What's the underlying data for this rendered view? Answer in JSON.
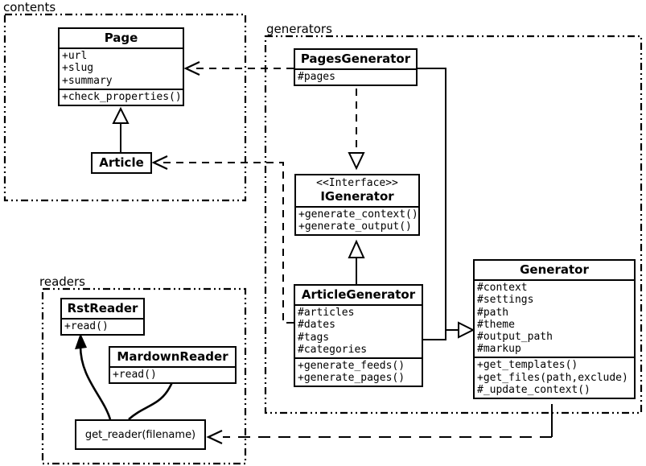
{
  "diagram": {
    "title": "UML class diagram",
    "line_color": "#000000",
    "fill_color": "#ffffff"
  },
  "packages": [
    {
      "name": "contents",
      "label": "contents"
    },
    {
      "name": "generators",
      "label": "generators"
    },
    {
      "name": "readers",
      "label": "readers"
    }
  ],
  "classes": {
    "page": {
      "name": "Page",
      "attributes": [
        "+url",
        "+slug",
        "+summary"
      ],
      "methods": [
        "+check_properties()"
      ]
    },
    "article": {
      "name": "Article",
      "attributes": [],
      "methods": []
    },
    "pages_generator": {
      "name": "PagesGenerator",
      "attributes": [
        "#pages"
      ],
      "methods": []
    },
    "igenerator": {
      "stereotype": "<<Interface>>",
      "name": "IGenerator",
      "attributes": [],
      "methods": [
        "+generate_context()",
        "+generate_output()"
      ]
    },
    "article_generator": {
      "name": "ArticleGenerator",
      "attributes": [
        "#articles",
        "#dates",
        "#tags",
        "#categories"
      ],
      "methods": [
        "+generate_feeds()",
        "+generate_pages()"
      ]
    },
    "generator": {
      "name": "Generator",
      "attributes": [
        "#context",
        "#settings",
        "#path",
        "#theme",
        "#output_path",
        "#markup"
      ],
      "methods": [
        "+get_templates()",
        "+get_files(path,exclude)",
        "#_update_context()"
      ]
    },
    "rst_reader": {
      "name": "RstReader",
      "attributes": [],
      "methods": [
        "+read()"
      ]
    },
    "mardown_reader": {
      "name": "MardownReader",
      "attributes": [],
      "methods": [
        "+read()"
      ]
    }
  },
  "functions": {
    "get_reader": {
      "label": "get_reader(filename)"
    }
  },
  "relations": [
    {
      "name": "article-inherits-page",
      "type": "generalization",
      "from": "Article",
      "to": "Page"
    },
    {
      "name": "pagesgenerator-realizes-igenerator",
      "type": "realization",
      "from": "PagesGenerator",
      "to": "IGenerator"
    },
    {
      "name": "articlegenerator-realizes-igenerator",
      "type": "generalization",
      "from": "ArticleGenerator",
      "to": "IGenerator"
    },
    {
      "name": "pagesgenerator-inherits-generator",
      "type": "generalization",
      "from": "PagesGenerator",
      "to": "Generator"
    },
    {
      "name": "articlegenerator-inherits-generator",
      "type": "generalization",
      "from": "ArticleGenerator",
      "to": "Generator"
    },
    {
      "name": "pagesgenerator-depends-page",
      "type": "dependency",
      "from": "PagesGenerator",
      "to": "Page"
    },
    {
      "name": "articlegenerator-depends-article",
      "type": "dependency",
      "from": "ArticleGenerator",
      "to": "Article"
    },
    {
      "name": "generator-depends-get-reader",
      "type": "dependency",
      "from": "Generator",
      "to": "get_reader(filename)"
    },
    {
      "name": "get-reader-returns-rstreader",
      "type": "association",
      "from": "get_reader(filename)",
      "to": "RstReader"
    },
    {
      "name": "get-reader-returns-mardownreader",
      "type": "association",
      "from": "get_reader(filename)",
      "to": "MardownReader"
    }
  ]
}
